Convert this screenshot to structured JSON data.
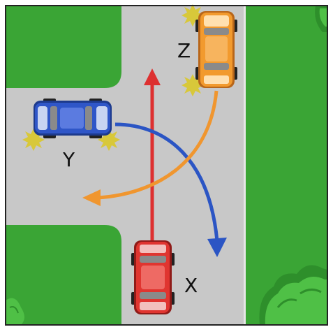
{
  "diagram": {
    "cars": [
      {
        "id": "x",
        "label": "X",
        "color": "#e03530",
        "path_color": "#dd3030"
      },
      {
        "id": "y",
        "label": "Y",
        "color": "#2f56c8",
        "path_color": "#2b55c4"
      },
      {
        "id": "z",
        "label": "Z",
        "color": "#f29a2e",
        "path_color": "#f0962f"
      }
    ],
    "colors": {
      "grass": "#3aa535",
      "grass_dark": "#2e8f2b",
      "road": "#c8c8c8",
      "frame": "#222222",
      "flash": "#d8c83a"
    }
  }
}
